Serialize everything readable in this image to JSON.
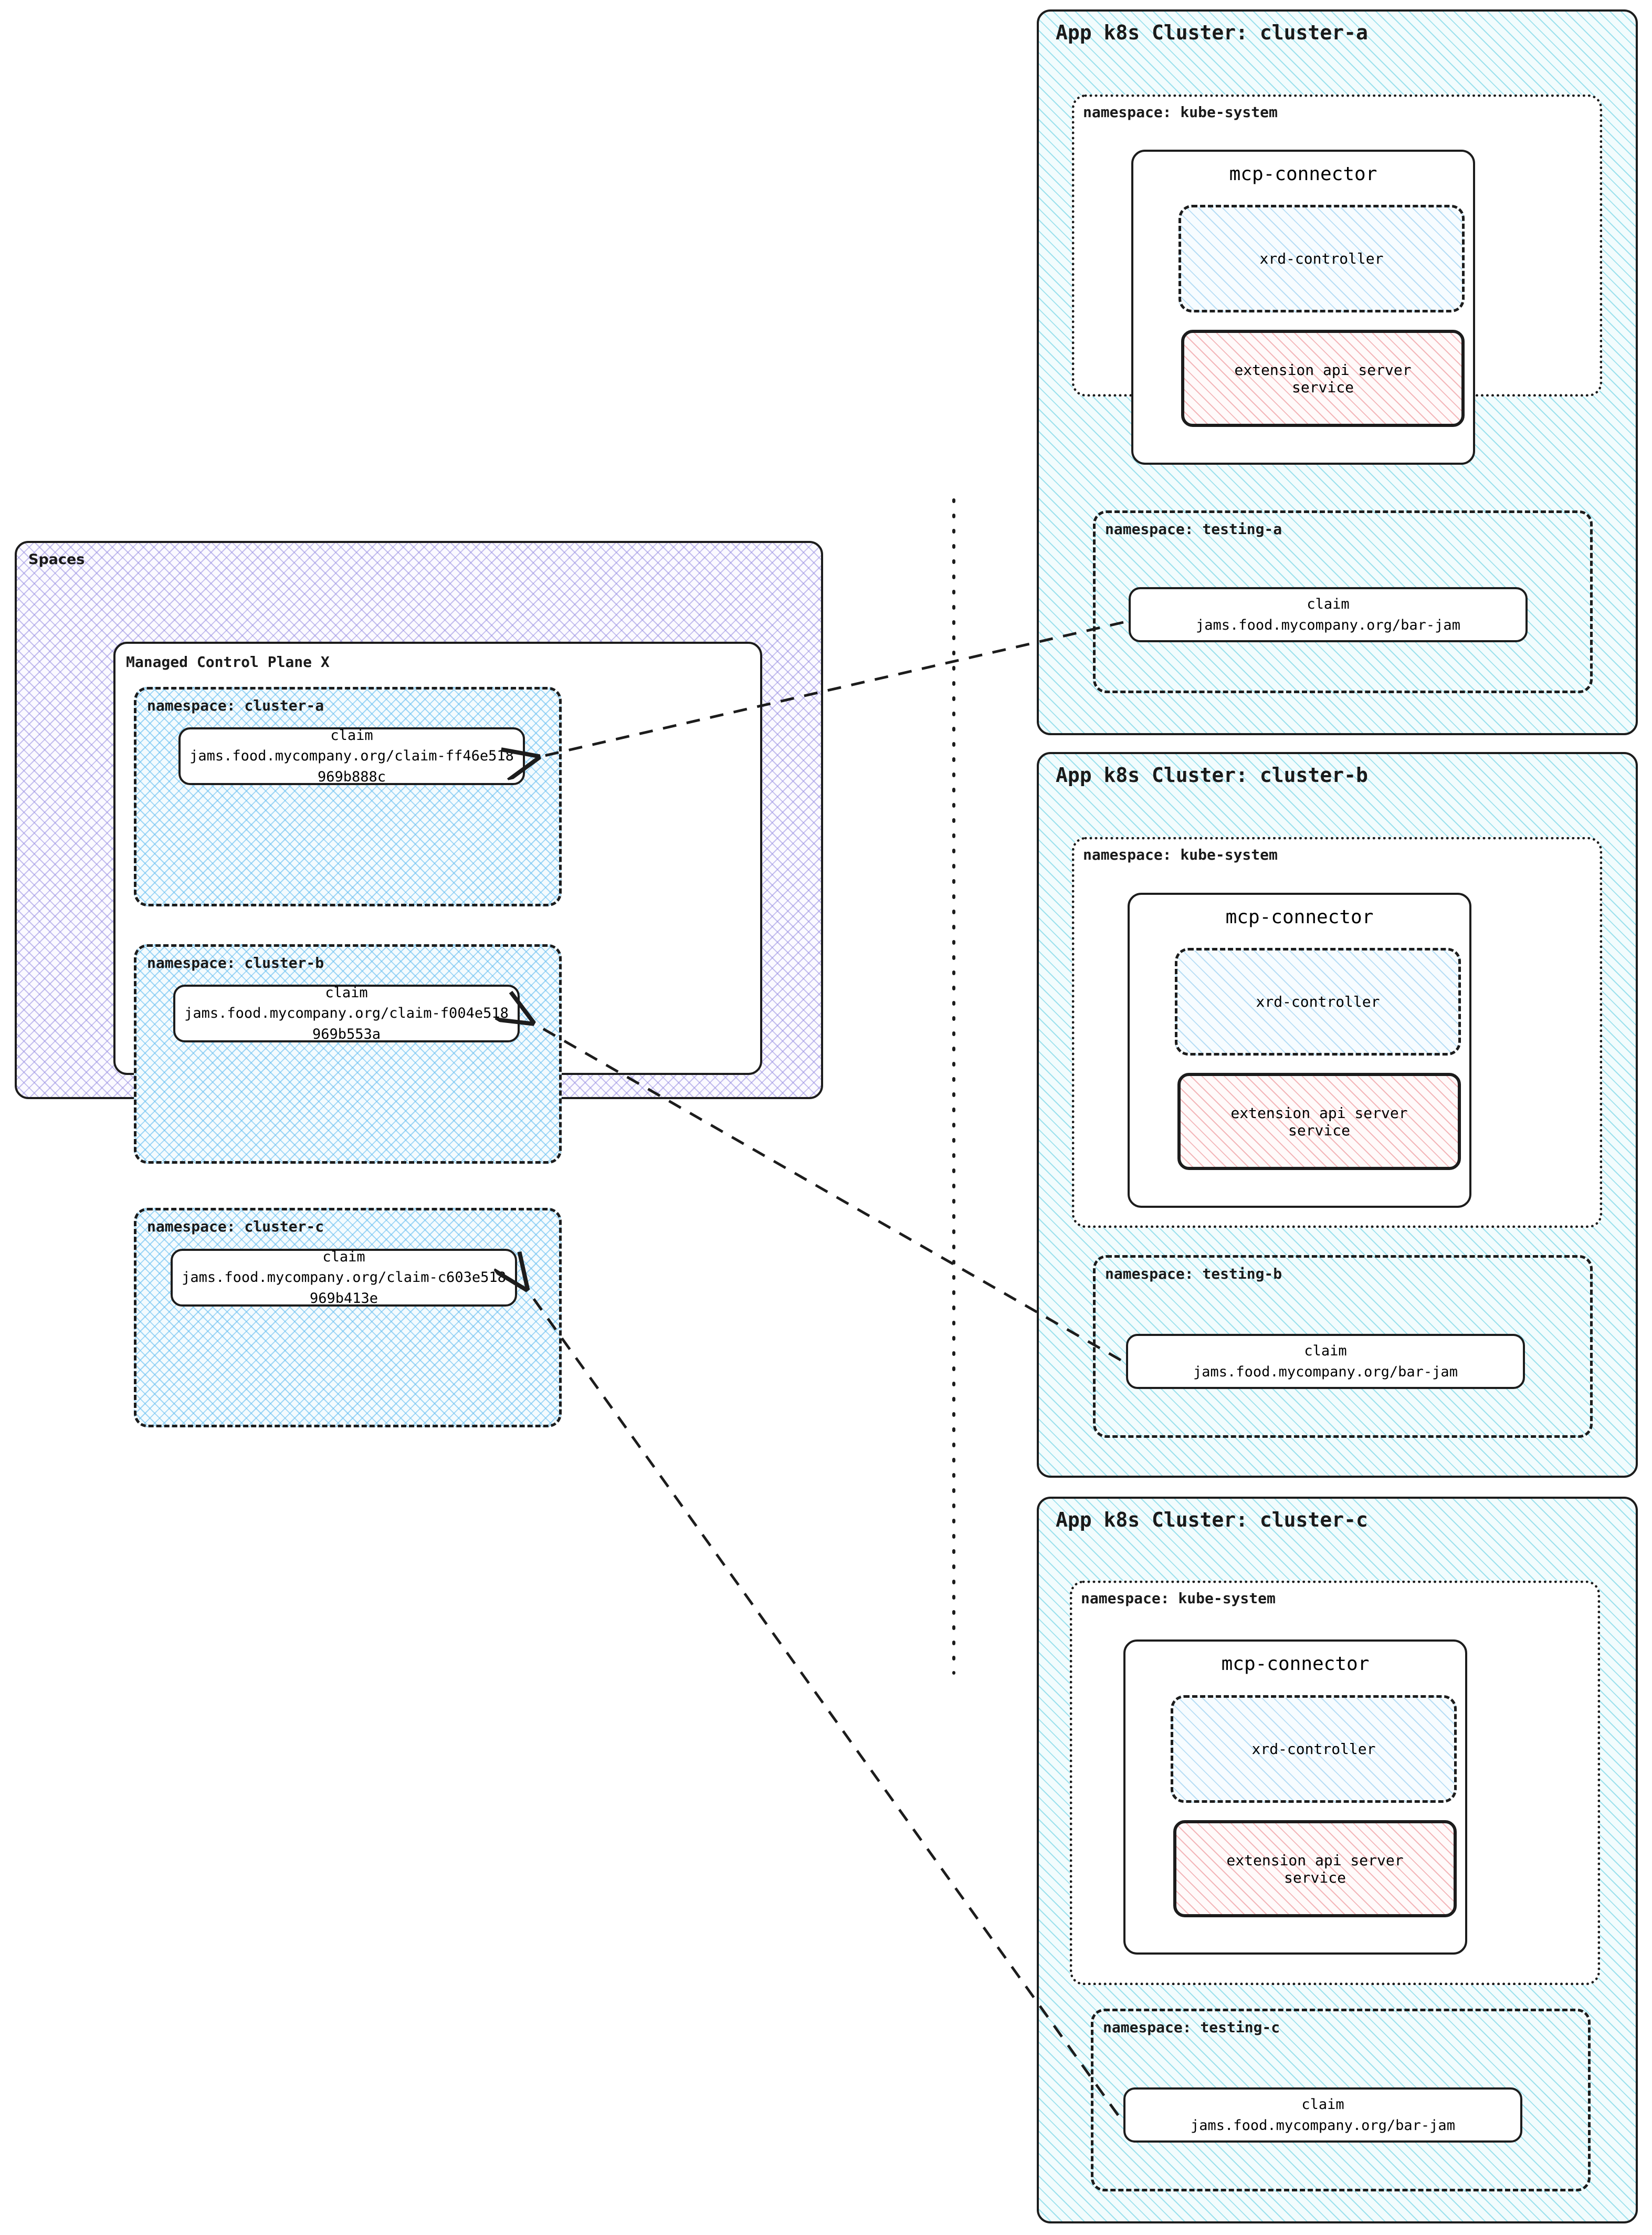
{
  "spaces": {
    "title": "Spaces",
    "control_plane": {
      "title": "Managed Control Plane X",
      "namespaces": [
        {
          "label": "namespace: cluster-a",
          "claim": {
            "kind": "claim",
            "ref": "jams.food.mycompany.org/claim-ff46e518969b888c"
          }
        },
        {
          "label": "namespace: cluster-b",
          "claim": {
            "kind": "claim",
            "ref": "jams.food.mycompany.org/claim-f004e518969b553a"
          }
        },
        {
          "label": "namespace: cluster-c",
          "claim": {
            "kind": "claim",
            "ref": "jams.food.mycompany.org/claim-c603e518969b413e"
          }
        }
      ]
    }
  },
  "clusters": [
    {
      "title": "App k8s Cluster: cluster-a",
      "kube_system": {
        "label": "namespace: kube-system",
        "connector": {
          "title": "mcp-connector",
          "controller": "xrd-controller",
          "api_server": "extension api server\nservice",
          "api_server_line1": "extension api server",
          "api_server_line2": "service"
        }
      },
      "testing": {
        "label": "namespace: testing-a",
        "claim": {
          "kind": "claim",
          "ref": "jams.food.mycompany.org/bar-jam"
        }
      }
    },
    {
      "title": "App k8s Cluster: cluster-b",
      "kube_system": {
        "label": "namespace: kube-system",
        "connector": {
          "title": "mcp-connector",
          "controller": "xrd-controller",
          "api_server_line1": "extension api server",
          "api_server_line2": "service"
        }
      },
      "testing": {
        "label": "namespace: testing-b",
        "claim": {
          "kind": "claim",
          "ref": "jams.food.mycompany.org/bar-jam"
        }
      }
    },
    {
      "title": "App k8s Cluster: cluster-c",
      "kube_system": {
        "label": "namespace: kube-system",
        "connector": {
          "title": "mcp-connector",
          "controller": "xrd-controller",
          "api_server_line1": "extension api server",
          "api_server_line2": "service"
        }
      },
      "testing": {
        "label": "namespace: testing-c",
        "claim": {
          "kind": "claim",
          "ref": "jams.food.mycompany.org/bar-jam"
        }
      }
    }
  ],
  "colors": {
    "stroke": "#1c1c1c",
    "spaces_hatch": "#968ce1",
    "namespace_hatch": "#64bef0",
    "cluster_hatch": "#5fcde1",
    "api_server_hatch": "#ec8c91",
    "background": "#ffffff"
  }
}
